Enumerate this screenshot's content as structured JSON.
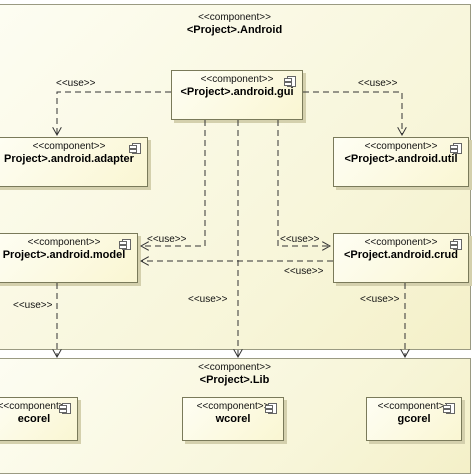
{
  "android": {
    "stereotype": "<<component>>",
    "name": "<Project>.Android"
  },
  "lib": {
    "stereotype": "<<component>>",
    "name": "<Project>.Lib"
  },
  "components": {
    "gui": {
      "stereotype": "<<component>>",
      "name": "<Project>.android.gui"
    },
    "adapter": {
      "stereotype": "<<component>>",
      "name": "Project>.android.adapter"
    },
    "util": {
      "stereotype": "<<component>>",
      "name": "<Project>.android.util"
    },
    "model": {
      "stereotype": "<<component>>",
      "name": "Project>.android.model"
    },
    "crud": {
      "stereotype": "<<component>>",
      "name": "<Project.android.crud"
    },
    "ecorel": {
      "stereotype": "<<component>>",
      "name": "ecorel"
    },
    "wcorel": {
      "stereotype": "<<component>>",
      "name": "wcorel"
    },
    "gcorel": {
      "stereotype": "<<component>>",
      "name": "gcorel"
    }
  },
  "use_label": "<<use>>"
}
